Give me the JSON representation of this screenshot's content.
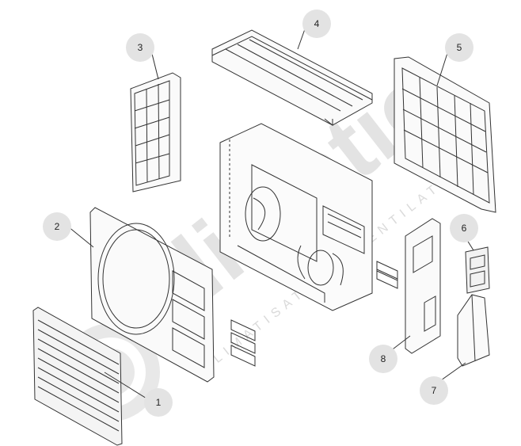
{
  "watermark": {
    "brand": "climatic",
    "tagline": "CLIMATISATION · VENTILATION",
    "color": "#d9d9d9"
  },
  "callouts": [
    {
      "label": "1"
    },
    {
      "label": "2"
    },
    {
      "label": "3"
    },
    {
      "label": "4"
    },
    {
      "label": "5"
    },
    {
      "label": "6"
    },
    {
      "label": "7"
    },
    {
      "label": "8"
    }
  ],
  "colors": {
    "line": "#333333",
    "badge_fill": "#e3e3e3"
  }
}
